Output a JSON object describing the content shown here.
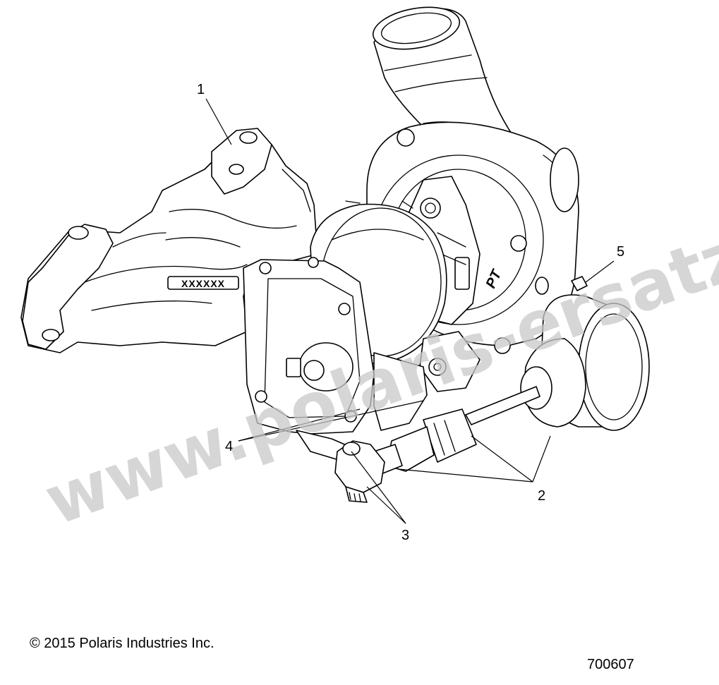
{
  "callouts": {
    "c1": "1",
    "c2": "2",
    "c3": "3",
    "c4": "4",
    "c5": "5"
  },
  "part_marks": {
    "manifold_mark": "XXXXXX",
    "housing_mark": "PT"
  },
  "watermark": "www.polaris-ersatzteile.de",
  "footer": {
    "copyright": "© 2015 Polaris Industries Inc.",
    "figure_number": "700607"
  }
}
